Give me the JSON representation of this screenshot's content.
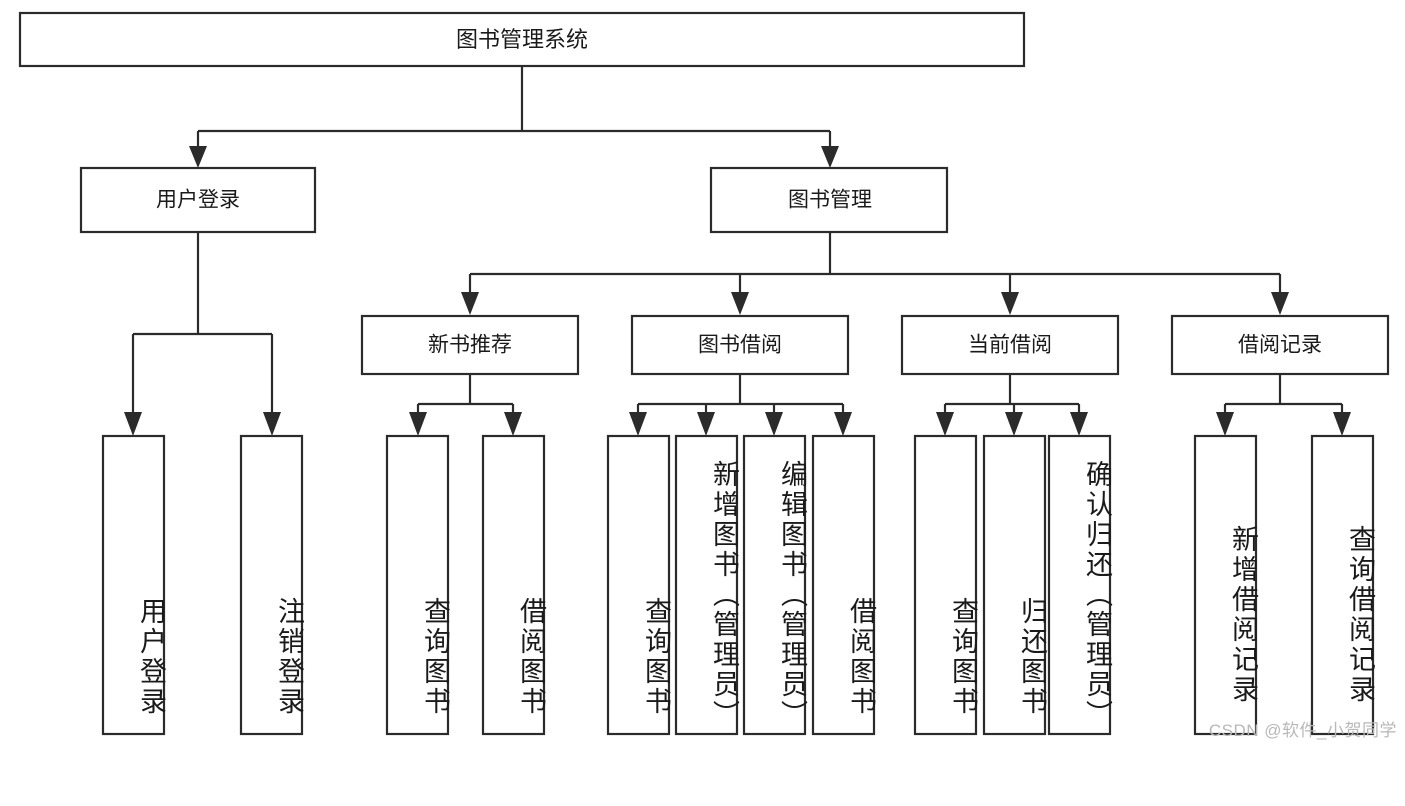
{
  "diagram": {
    "title": "图书管理系统",
    "type": "tree-hierarchy-diagram",
    "colors": {
      "box_stroke": "#2b2b2b",
      "box_fill": "#ffffff",
      "text": "#1a1a1a",
      "background": "#ffffff",
      "watermark": "#b8b8b8"
    },
    "root": {
      "label": "图书管理系统"
    },
    "level2": [
      {
        "label": "用户登录"
      },
      {
        "label": "图书管理"
      }
    ],
    "level3": [
      {
        "label": "新书推荐"
      },
      {
        "label": "图书借阅"
      },
      {
        "label": "当前借阅"
      },
      {
        "label": "借阅记录"
      }
    ],
    "leaves": {
      "user_login": [
        {
          "label": "用户登录"
        },
        {
          "label": "注销登录"
        }
      ],
      "new_book_recommend": [
        {
          "label": "查询图书"
        },
        {
          "label": "借阅图书"
        }
      ],
      "book_borrow": [
        {
          "label": "查询图书"
        },
        {
          "label": "新增图书（管理员）"
        },
        {
          "label": "编辑图书（管理员）"
        },
        {
          "label": "借阅图书"
        }
      ],
      "current_borrow": [
        {
          "label": "查询图书"
        },
        {
          "label": "归还图书"
        },
        {
          "label": "确认归还（管理员）"
        }
      ],
      "borrow_record": [
        {
          "label": "新增借阅记录"
        },
        {
          "label": "查询借阅记录"
        }
      ]
    }
  },
  "watermark": {
    "text": "CSDN @软件_小贺同学"
  }
}
